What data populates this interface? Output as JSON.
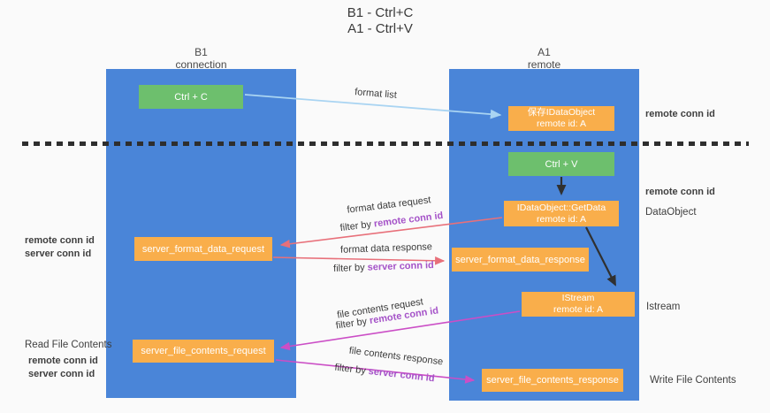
{
  "title": {
    "line1": "B1 - Ctrl+C",
    "line2": "A1 - Ctrl+V"
  },
  "lanes": {
    "b1": {
      "name": "B1",
      "subtitle": "connection"
    },
    "a1": {
      "name": "A1",
      "subtitle": "remote"
    }
  },
  "nodes": {
    "ctrl_c": {
      "label": "Ctrl + C"
    },
    "save_idataobject": {
      "line1": "保存IDataObject",
      "line2": "remote id: A"
    },
    "ctrl_v": {
      "label": "Ctrl + V"
    },
    "getdata": {
      "line1": "IDataObject::GetData",
      "line2": "remote id: A"
    },
    "format_request": {
      "label": "server_format_data_request"
    },
    "format_response": {
      "label": "server_format_data_response"
    },
    "istream": {
      "line1": "IStream",
      "line2": "remote id: A"
    },
    "file_request": {
      "label": "server_file_contents_request"
    },
    "file_response": {
      "label": "server_file_contents_response"
    }
  },
  "edges": {
    "format_list": "format list",
    "format_data_request": "format data request",
    "format_data_response": "format data response",
    "file_contents_request": "file contents request",
    "file_contents_response": "file contents response",
    "filter_by": "filter by",
    "remote_conn_id": "remote conn id",
    "server_conn_id": "server conn id"
  },
  "side_labels": {
    "remote_conn_id": "remote conn id",
    "server_conn_id": "server conn id",
    "dataobject": "DataObject",
    "istream": "Istream",
    "read_file_contents": "Read File Contents",
    "write_file_contents": "Write File Contents"
  },
  "colors": {
    "lane_blue": "#4a85d8",
    "node_green": "#6dbf6d",
    "node_orange": "#f9ae4b",
    "arrow_red": "#e8707a",
    "arrow_magenta": "#cb4ec6",
    "arrow_lightblue": "#a9d4f2",
    "arrow_black": "#303030",
    "text_purple": "#a553c8",
    "text_green": "#56b55c"
  }
}
